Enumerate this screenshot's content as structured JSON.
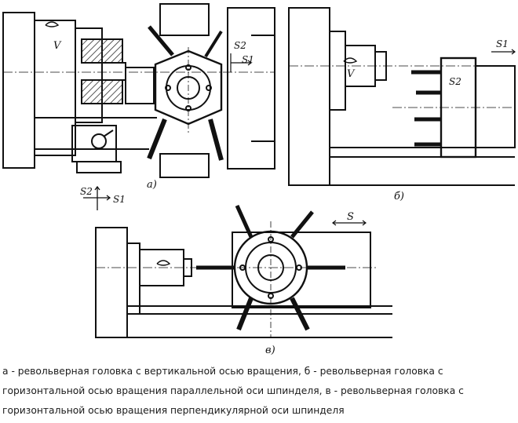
{
  "figure": {
    "panel_a": {
      "label": "а)",
      "feed_s1": "S1",
      "feed_s2": "S2",
      "spindle": "V"
    },
    "panel_b": {
      "label": "б)",
      "feed_s1": "S1",
      "feed_s2": "S2",
      "spindle": "V"
    },
    "panel_c": {
      "label": "в)",
      "feed_s": "S"
    },
    "legend_axes": {
      "s1": "S1",
      "s2": "S2"
    }
  },
  "caption": "а - револьверная головка с вертикальной осью вращения, б - револьверная головка с горизонтальной осью вращения параллельной оси шпинделя, в - револьверная головка с горизонтальной осью вращения перпендикулярной оси шпинделя",
  "colors": {
    "ink": "#111111",
    "hatch": "#333333",
    "caption": "#1a1a1a"
  }
}
